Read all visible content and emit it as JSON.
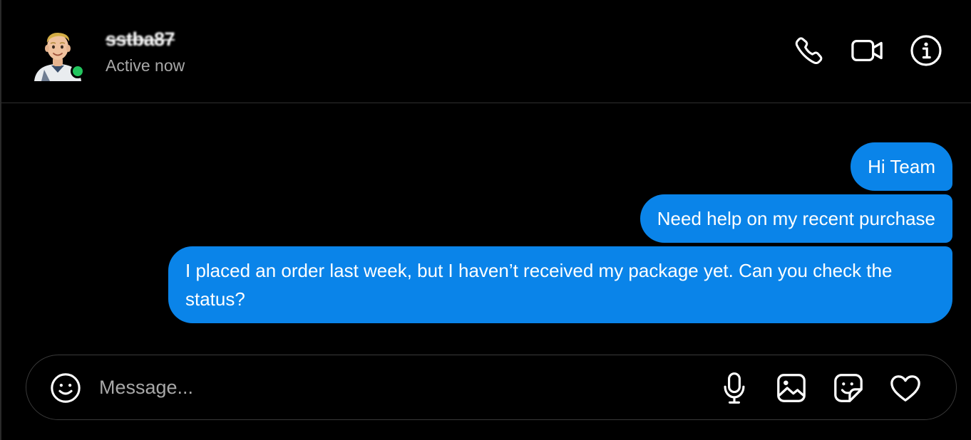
{
  "header": {
    "username": "sstba87",
    "status": "Active now",
    "presence_color": "#22c55e"
  },
  "actions": {
    "call_icon": "phone-icon",
    "video_icon": "video-camera-icon",
    "info_icon": "info-icon"
  },
  "messages": [
    {
      "text": "Hi Team",
      "sender": "me"
    },
    {
      "text": "Need help on my recent purchase",
      "sender": "me"
    },
    {
      "text": "I placed an order last week, but I haven’t received my package yet. Can you check the status?",
      "sender": "me"
    }
  ],
  "composer": {
    "placeholder": "Message...",
    "value": "",
    "icons": [
      "emoji-icon",
      "microphone-icon",
      "image-icon",
      "sticker-icon",
      "heart-icon"
    ]
  },
  "colors": {
    "background": "#000000",
    "bubble": "#0a84e9",
    "secondary_text": "#a8a8a8",
    "divider": "#2e2e2e"
  }
}
